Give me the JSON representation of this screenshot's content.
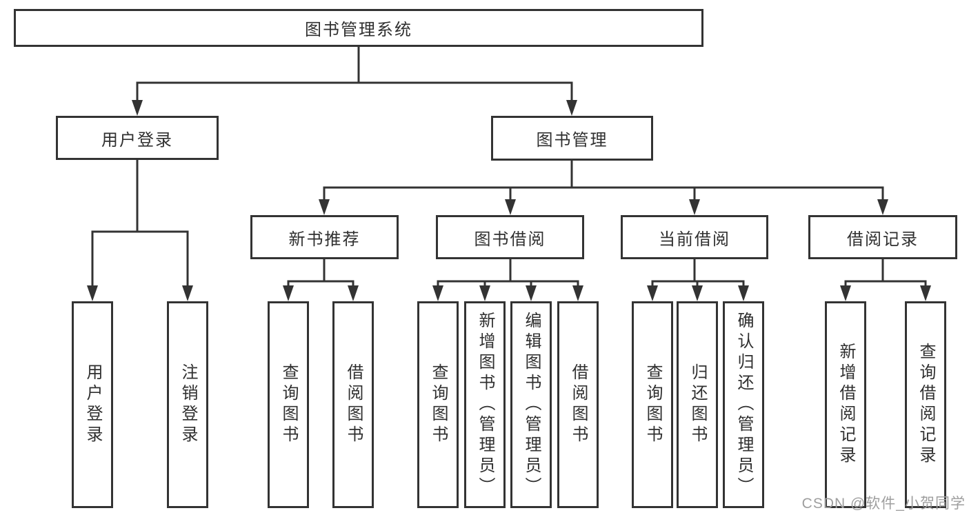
{
  "diagram": {
    "root": "图书管理系统",
    "level2": [
      {
        "label": "用户登录",
        "children": [
          "用户登录",
          "注销登录"
        ]
      },
      {
        "label": "图书管理"
      }
    ],
    "level3": [
      {
        "label": "新书推荐",
        "children": [
          "查询图书",
          "借阅图书"
        ]
      },
      {
        "label": "图书借阅",
        "children": [
          "查询图书",
          "新增图书（管理员）",
          "编辑图书（管理员）",
          "借阅图书"
        ]
      },
      {
        "label": "当前借阅",
        "children": [
          "查询图书",
          "归还图书",
          "确认归还（管理员）"
        ]
      },
      {
        "label": "借阅记录",
        "children": [
          "新增借阅记录",
          "查询借阅记录"
        ]
      }
    ]
  },
  "watermark": "CSDN @软件_小贺同学",
  "colors": {
    "line": "#333333",
    "text": "#2f2f2f",
    "box_background": "#ffffff",
    "page_background": "#ffffff",
    "watermark": "#9e9e9e"
  }
}
